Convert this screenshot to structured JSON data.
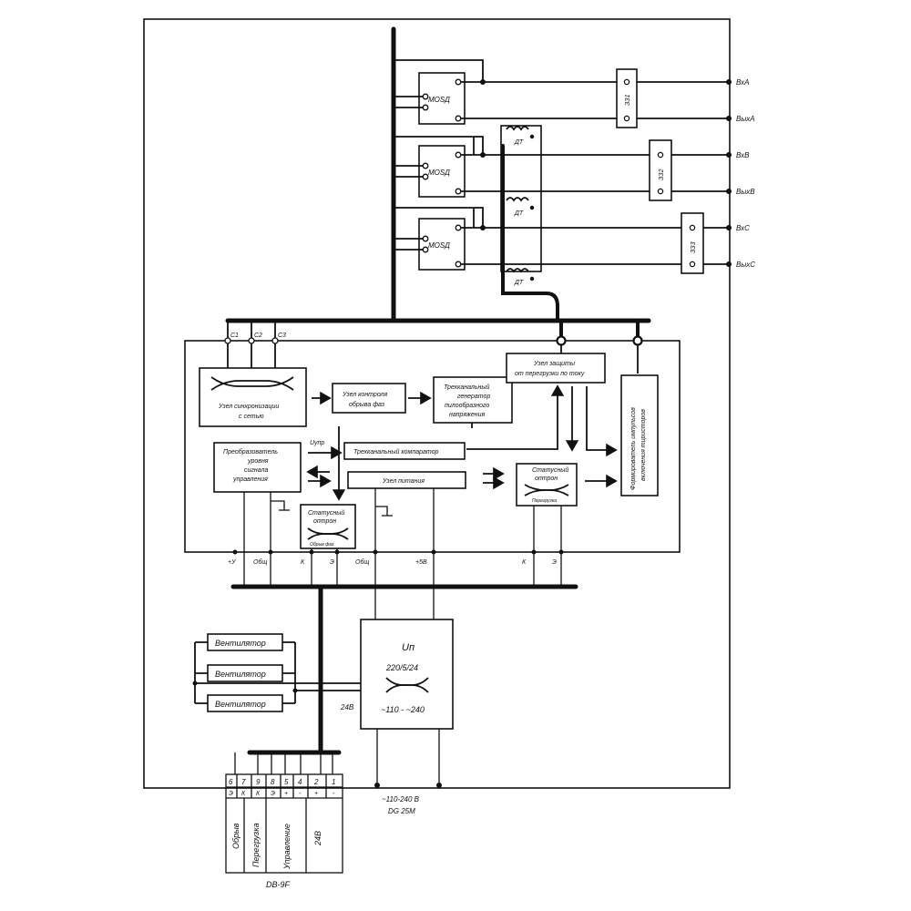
{
  "terminals": {
    "in_a": "ВхА",
    "out_a": "ВыхА",
    "in_b": "ВхВ",
    "out_b": "ВыхВ",
    "in_c": "ВхС",
    "out_c": "ВыхС"
  },
  "modules": {
    "mosd": "МОSД"
  },
  "current_transformer": "ДТ",
  "protection": {
    "zz1": "ЗЗ1",
    "zz2": "ЗЗ2",
    "zz3": "ЗЗ3"
  },
  "sync_inputs": [
    "С1",
    "С2",
    "С3"
  ],
  "blocks": {
    "sync": [
      "Узел синхронизации",
      "с сетью"
    ],
    "phase_loss": [
      "Узел контроля",
      "обрыва фаз"
    ],
    "generator": [
      "Трехканальный",
      "генератор",
      "пилообразного",
      "напряжения"
    ],
    "overload": [
      "Узел защиты",
      "от перегрузки по току"
    ],
    "converter": [
      "Преобразователь",
      "уровня",
      "сигнала",
      "управления"
    ],
    "comparator": "Трехканальный компаратор",
    "power": "Узел питания",
    "opto_overload": [
      "Статусный",
      "оптрон"
    ],
    "opto_overload_sub": "Перегрузка",
    "opto_phase": [
      "Статусный",
      "оптрон"
    ],
    "opto_phase_sub": "Обрыв фаз",
    "pulse_former": [
      "Формирователь импульсов",
      "включения тиристоров"
    ]
  },
  "control_voltage": "Uупр",
  "outputs": [
    "+У",
    "Общ",
    "К",
    "Э",
    "Общ",
    "+5В",
    "К",
    "Э"
  ],
  "fans": [
    "Вентилятор",
    "Вентилятор",
    "Вентилятор"
  ],
  "psu": {
    "title": "Uп",
    "rating": "220/5/24",
    "range": "~110 - ~240",
    "out_24": "24В"
  },
  "mains": {
    "label": "~110-240 В",
    "connector": "DG 25M"
  },
  "connector": {
    "pins": [
      "6",
      "7",
      "9",
      "8",
      "5",
      "4",
      "2",
      "1"
    ],
    "marks": [
      "Э",
      "К",
      "К",
      "Э",
      "+",
      "-",
      "+",
      "-"
    ],
    "groups": [
      "Обрыв",
      "Перегрузка",
      "Управление",
      "24В"
    ],
    "name": "DB-9F"
  }
}
